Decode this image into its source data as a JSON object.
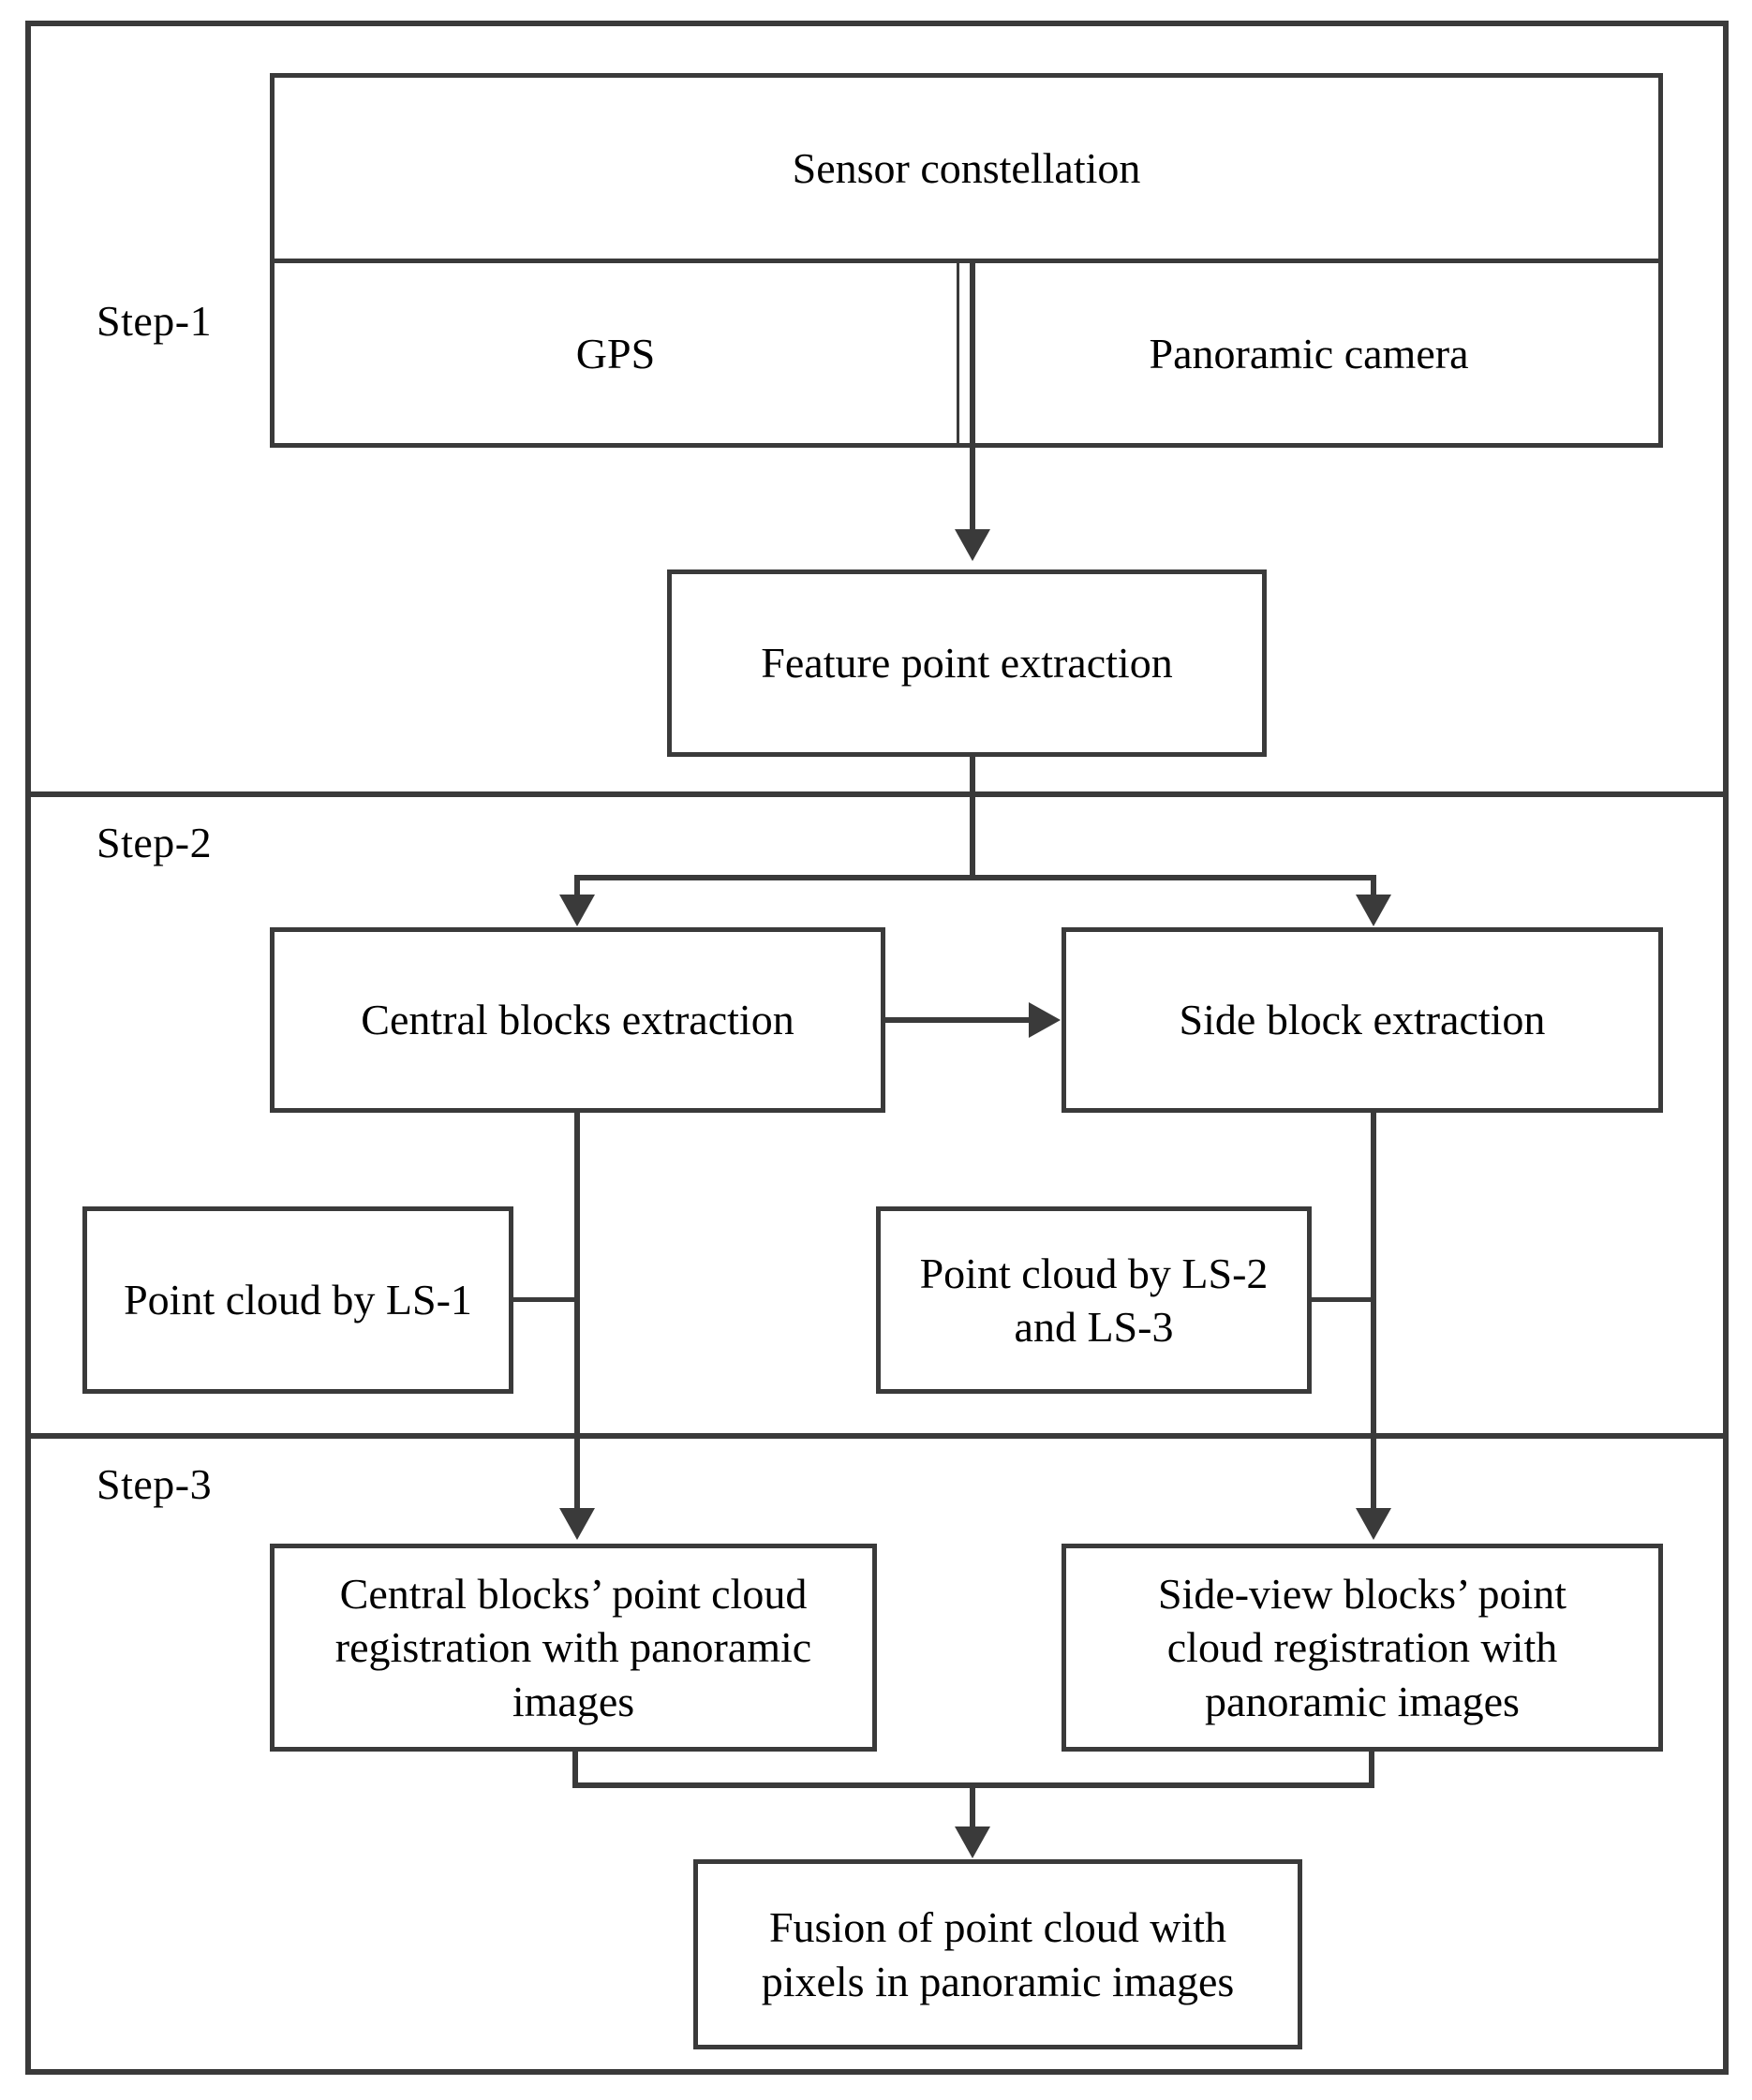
{
  "diagram": {
    "title": "Sensor fusion processing pipeline flowchart",
    "frame_color": "#3a3a3a",
    "background": "#ffffff"
  },
  "steps": [
    {
      "id": "step1",
      "label": "Step-1"
    },
    {
      "id": "step2",
      "label": "Step-2"
    },
    {
      "id": "step3",
      "label": "Step-3"
    }
  ],
  "nodes": {
    "sensor_constellation": "Sensor constellation",
    "gps": "GPS",
    "panoramic_camera": "Panoramic camera",
    "feature_point_extraction": "Feature point extraction",
    "central_blocks_extraction": "Central blocks extraction",
    "side_block_extraction": "Side block extraction",
    "point_cloud_ls1": "Point cloud by LS-1",
    "point_cloud_ls2_ls3_line1": "Point cloud by LS-2",
    "point_cloud_ls2_ls3_line2": "and LS-3",
    "central_registration_line1": "Central blocks’ point cloud",
    "central_registration_line2": "registration with panoramic",
    "central_registration_line3": "images",
    "side_registration_line1": "Side-view blocks’ point",
    "side_registration_line2": "cloud registration with",
    "side_registration_line3": "panoramic images",
    "fusion_line1": "Fusion of point cloud with",
    "fusion_line2": "pixels in panoramic images"
  },
  "edges": [
    {
      "from": "sensor_constellation",
      "to": "feature_point_extraction",
      "type": "arrow-down"
    },
    {
      "from": "feature_point_extraction",
      "to": "central_blocks_extraction",
      "type": "branch-arrow-down"
    },
    {
      "from": "feature_point_extraction",
      "to": "side_block_extraction",
      "type": "branch-arrow-down"
    },
    {
      "from": "central_blocks_extraction",
      "to": "side_block_extraction",
      "type": "arrow-right"
    },
    {
      "from": "central_blocks_extraction",
      "to": "central_registration",
      "type": "arrow-down"
    },
    {
      "from": "side_block_extraction",
      "to": "side_registration",
      "type": "arrow-down"
    },
    {
      "from": "point_cloud_ls1",
      "to": "central_registration",
      "type": "join-line"
    },
    {
      "from": "point_cloud_ls2_ls3",
      "to": "side_registration",
      "type": "join-line"
    },
    {
      "from": "central_registration",
      "to": "fusion",
      "type": "merge-arrow-down"
    },
    {
      "from": "side_registration",
      "to": "fusion",
      "type": "merge-arrow-down"
    }
  ]
}
